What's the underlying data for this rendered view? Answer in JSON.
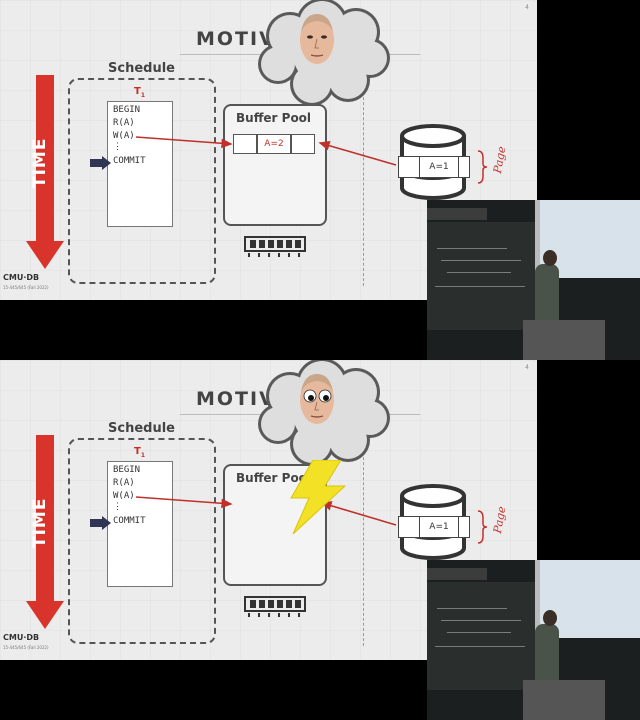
{
  "frames": [
    {
      "variant": "before",
      "page_number": "4",
      "title": "MOTIV",
      "time_label": "TIME",
      "schedule_label": "Schedule",
      "txn_name": "T",
      "txn_sub": "1",
      "ops": [
        "BEGIN",
        "R(A)",
        "W(A)",
        "⋮",
        "COMMIT"
      ],
      "buffer_pool_label": "Buffer Pool",
      "buffer_value": "A=2",
      "disk_value": "A=1",
      "page_label": "Page",
      "logo": "CMU·DB",
      "course": "15-445/645 (Fall 2022)"
    },
    {
      "variant": "after",
      "page_number": "4",
      "title": "MOTIV",
      "time_label": "TIME",
      "schedule_label": "Schedule",
      "txn_name": "T",
      "txn_sub": "1",
      "ops": [
        "BEGIN",
        "R(A)",
        "W(A)",
        "⋮",
        "COMMIT"
      ],
      "buffer_pool_label": "Buffer Poo",
      "buffer_value": "",
      "disk_value": "A=1",
      "page_label": "Page",
      "logo": "CMU·DB",
      "course": "15-445/645 (Fall 2022)"
    }
  ],
  "colors": {
    "accent_red": "#d9342b",
    "arrow_red": "#c0302a",
    "pointer_navy": "#2f3552",
    "bolt_yellow": "#f2e125",
    "cloud_gray": "#5a5a5a"
  },
  "icons": [
    "ram-chip-icon",
    "database-disk-icon",
    "thought-cloud-icon",
    "lightning-bolt-icon",
    "pointer-arrow-icon"
  ]
}
